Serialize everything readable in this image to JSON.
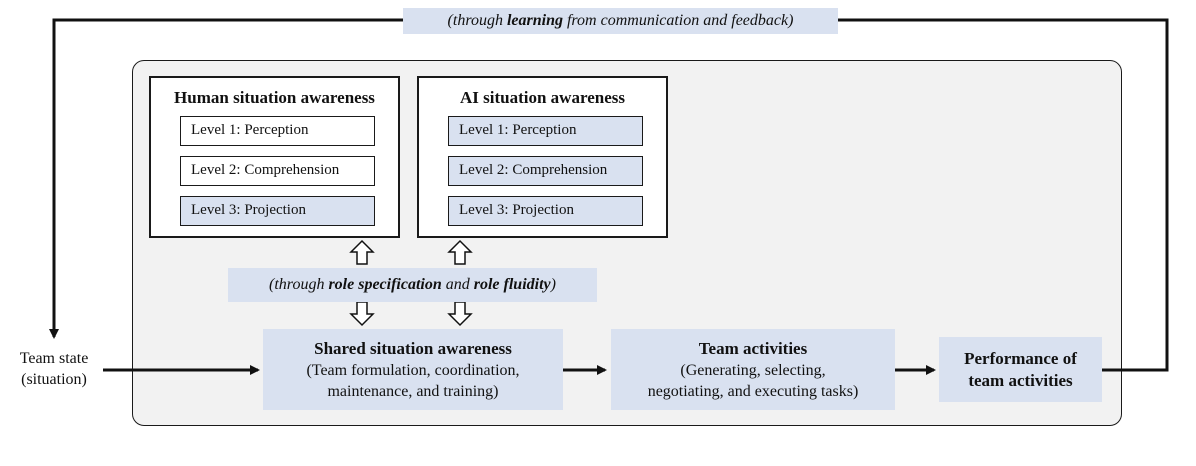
{
  "feedback_note": {
    "prefix": "(through ",
    "keyword": "learning",
    "suffix": " from communication and feedback)"
  },
  "human_sa": {
    "title": "Human situation awareness",
    "levels": [
      "Level 1: Perception",
      "Level 2: Comprehension",
      "Level 3: Projection"
    ]
  },
  "ai_sa": {
    "title": "AI situation awareness",
    "levels": [
      "Level 1: Perception",
      "Level 2: Comprehension",
      "Level 3: Projection"
    ]
  },
  "role_note": {
    "prefix": "(through ",
    "keyword1": "role specification",
    "middle": " and ",
    "keyword2": "role fluidity",
    "suffix": ")"
  },
  "team_state": {
    "line1": "Team state",
    "line2": "(situation)"
  },
  "shared_sa": {
    "title": "Shared situation awareness",
    "line1": "(Team formulation, coordination,",
    "line2": "maintenance, and training)"
  },
  "team_activities": {
    "title": "Team activities",
    "line1": "(Generating, selecting,",
    "line2": "negotiating, and executing tasks)"
  },
  "performance": {
    "line1": "Performance of",
    "line2": "team activities"
  },
  "colors": {
    "blue_fill": "#d9e1f0",
    "panel_fill": "#f2f2f2",
    "line": "#111111"
  }
}
